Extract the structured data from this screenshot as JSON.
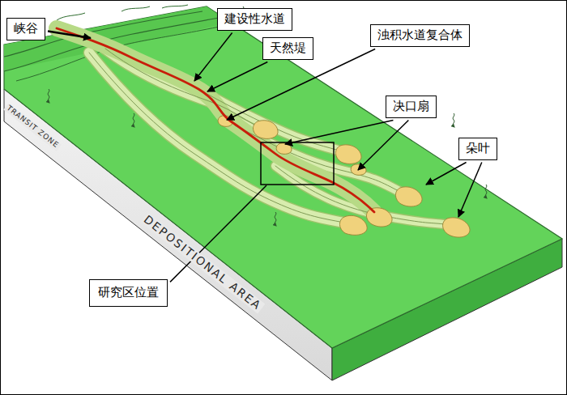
{
  "diagram": {
    "nodes": [
      {
        "text": [
          "峡谷"
        ]
      },
      {
        "text": [
          "建设性水道"
        ]
      },
      {
        "text": [
          "浊积水道复合体"
        ]
      },
      {
        "text": [
          "天然堤"
        ]
      },
      {
        "text": [
          "决口扇"
        ]
      },
      {
        "text": [
          "朵叶"
        ]
      },
      {
        "text": [
          "研究区位置"
        ]
      }
    ],
    "labels": [
      "TRANSIT ZONE",
      "DEPOSITIONAL AREA"
    ]
  }
}
